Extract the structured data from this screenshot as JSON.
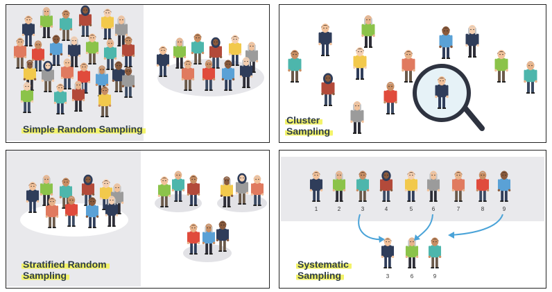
{
  "panels": {
    "simple": {
      "label": "Simple Random Sampling"
    },
    "cluster": {
      "label_line1": "Cluster",
      "label_line2": "Sampling"
    },
    "stratified": {
      "label_line1": "Stratified Random",
      "label_line2": "Sampling"
    },
    "systematic": {
      "label_line1": "Systematic",
      "label_line2": "Sampling",
      "row_numbers": [
        "1",
        "2",
        "3",
        "4",
        "5",
        "6",
        "7",
        "8",
        "9"
      ],
      "sample_numbers": [
        "3",
        "6",
        "9"
      ]
    }
  },
  "colors": {
    "highlight": "#f3f36a",
    "arrow": "#4aa3d8",
    "lens_ring": "#2e3340",
    "crowd_bg": "#e9e9ec"
  }
}
